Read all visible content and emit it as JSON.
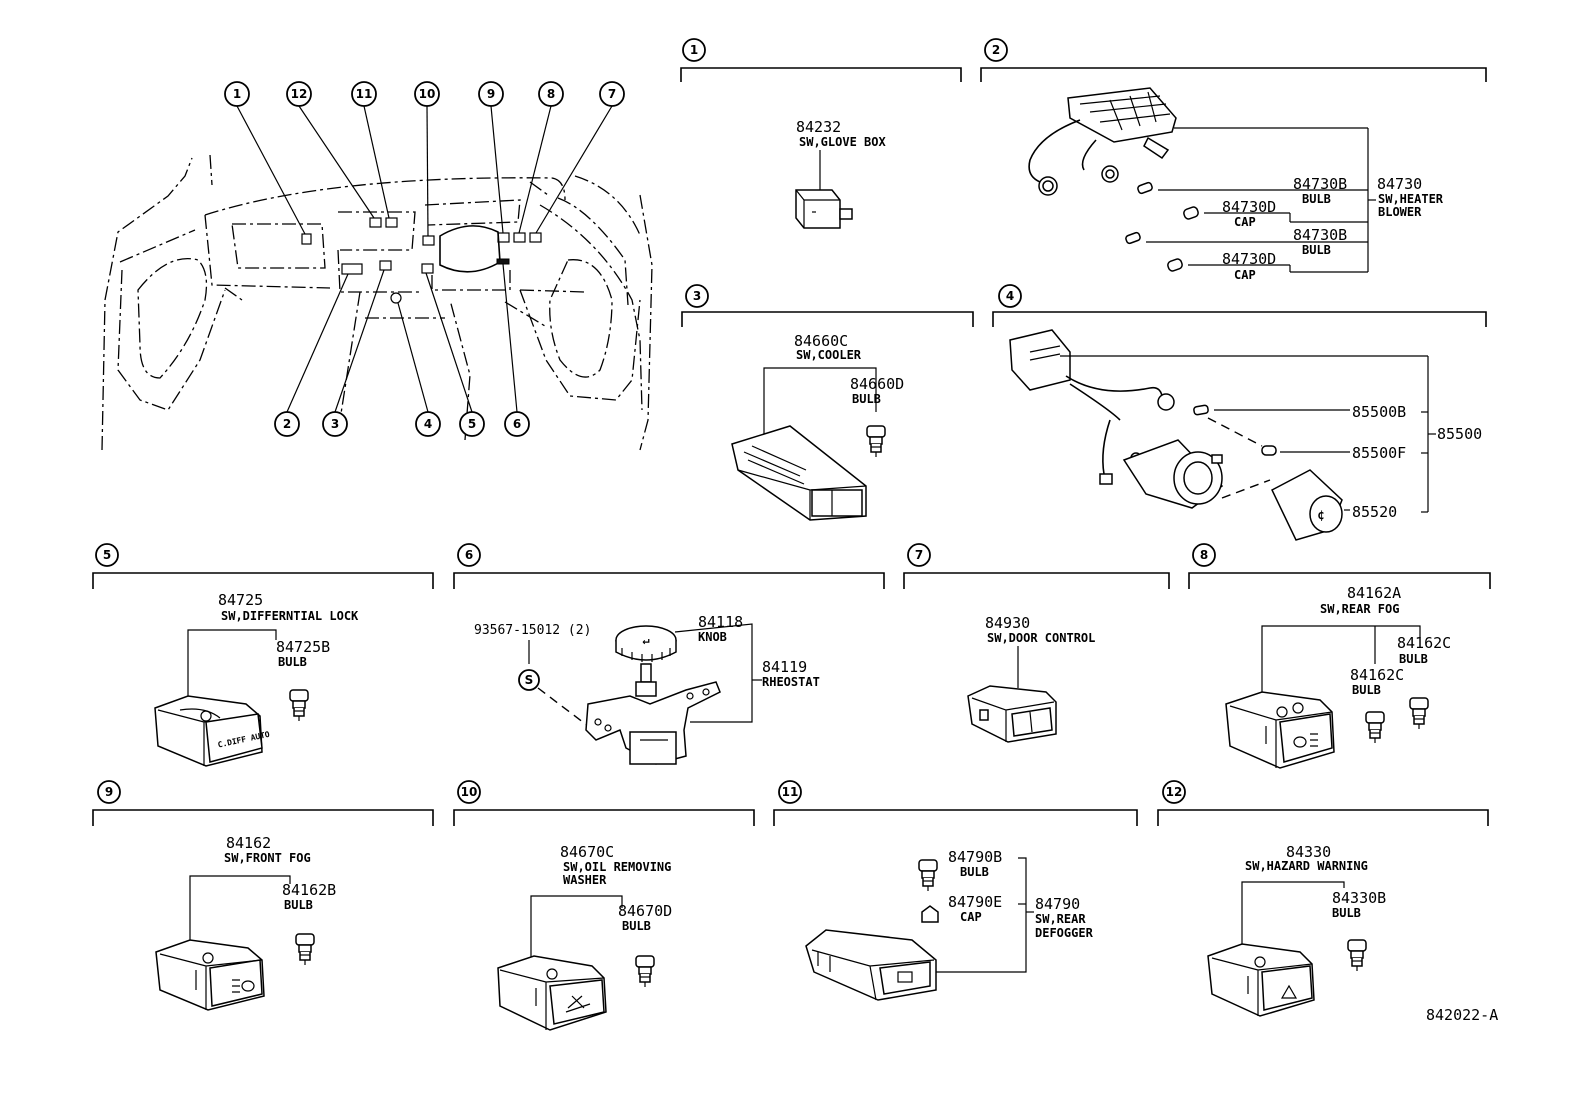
{
  "callouts": {
    "c1": "1",
    "c2": "2",
    "c3": "3",
    "c4": "4",
    "c5": "5",
    "c6": "6",
    "c7": "7",
    "c8": "8",
    "c9": "9",
    "c10": "10",
    "c11": "11",
    "c12": "12"
  },
  "sections": {
    "s1": {
      "p1": "84232",
      "d1": "SW,GLOVE BOX"
    },
    "s2": {
      "p1": "84730B",
      "d1": "BULB",
      "p2": "84730D",
      "d2": "CAP",
      "p3": "84730B",
      "d3": "BULB",
      "p4": "84730D",
      "d4": "CAP",
      "p5": "84730",
      "d5a": "SW,HEATER",
      "d5b": "BLOWER"
    },
    "s3": {
      "p1": "84660C",
      "d1": "SW,COOLER",
      "p2": "84660D",
      "d2": "BULB"
    },
    "s4": {
      "p1": "85500B",
      "p2": "85500F",
      "p3": "85520",
      "p4": "85500"
    },
    "s5": {
      "p1": "84725",
      "d1": "SW,DIFFERNTIAL LOCK",
      "p2": "84725B",
      "d2": "BULB",
      "face": "C.DIFF AUTO"
    },
    "s6": {
      "p1": "93567-15012 (2)",
      "screw": "S",
      "p2": "84118",
      "d2": "KNOB",
      "p3": "84119",
      "d3": "RHEOSTAT"
    },
    "s7": {
      "p1": "84930",
      "d1": "SW,DOOR CONTROL"
    },
    "s8": {
      "p1": "84162A",
      "d1": "SW,REAR FOG",
      "p2": "84162C",
      "d2": "BULB",
      "p3": "84162C",
      "d3": "BULB"
    },
    "s9": {
      "p1": "84162",
      "d1": "SW,FRONT FOG",
      "p2": "84162B",
      "d2": "BULB"
    },
    "s10": {
      "p1": "84670C",
      "d1a": "SW,OIL REMOVING",
      "d1b": "WASHER",
      "p2": "84670D",
      "d2": "BULB"
    },
    "s11": {
      "p1": "84790B",
      "d1": "BULB",
      "p2": "84790E",
      "d2": "CAP",
      "p3": "84790",
      "d3a": "SW,REAR",
      "d3b": "DEFOGGER"
    },
    "s12": {
      "p1": "84330",
      "d1": "SW,HAZARD WARNING",
      "p2": "84330B",
      "d2": "BULB"
    }
  },
  "figure_id": "842022-A"
}
